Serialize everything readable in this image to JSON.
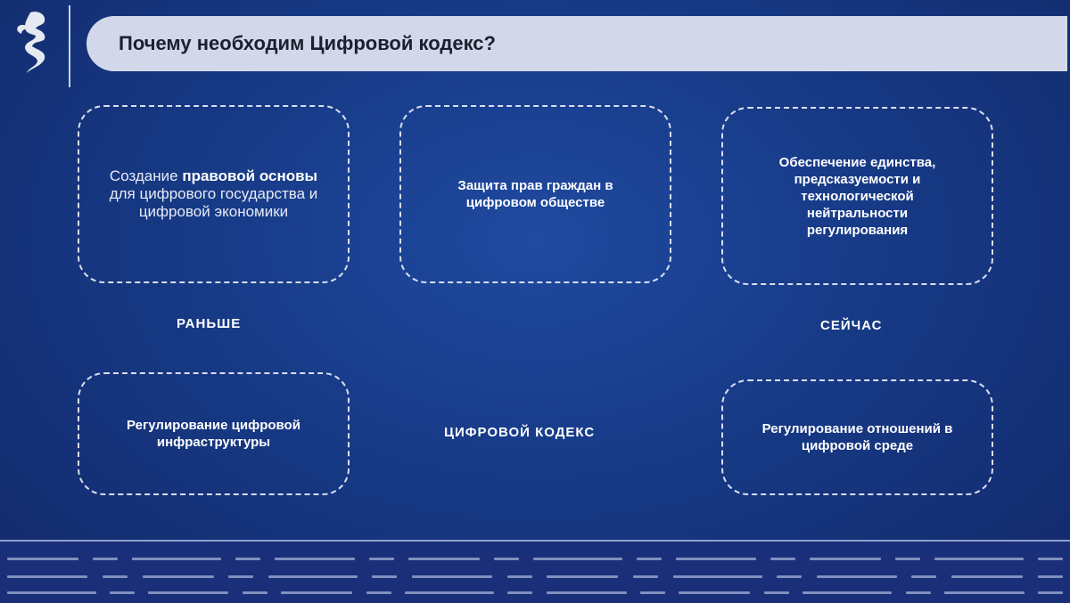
{
  "header": {
    "title": "Почему необходим Цифровой кодекс?"
  },
  "boxes": {
    "legal_pre": "Создание ",
    "legal_bold": "правовой основы",
    "legal_post": " для цифрового государства и цифровой экономики",
    "rights": "Защита прав граждан в цифровом обществе",
    "unity": "Обеспечение единства, предсказуемости и технологической нейтральности регулирования",
    "infra": "Регулирование цифровой инфраструктуры",
    "relations": "Регулирование отношений в цифровой среде"
  },
  "labels": {
    "before": "РАНЬШЕ",
    "now": "СЕЙЧАС",
    "code": "ЦИФРОВОЙ КОДЕКС"
  }
}
